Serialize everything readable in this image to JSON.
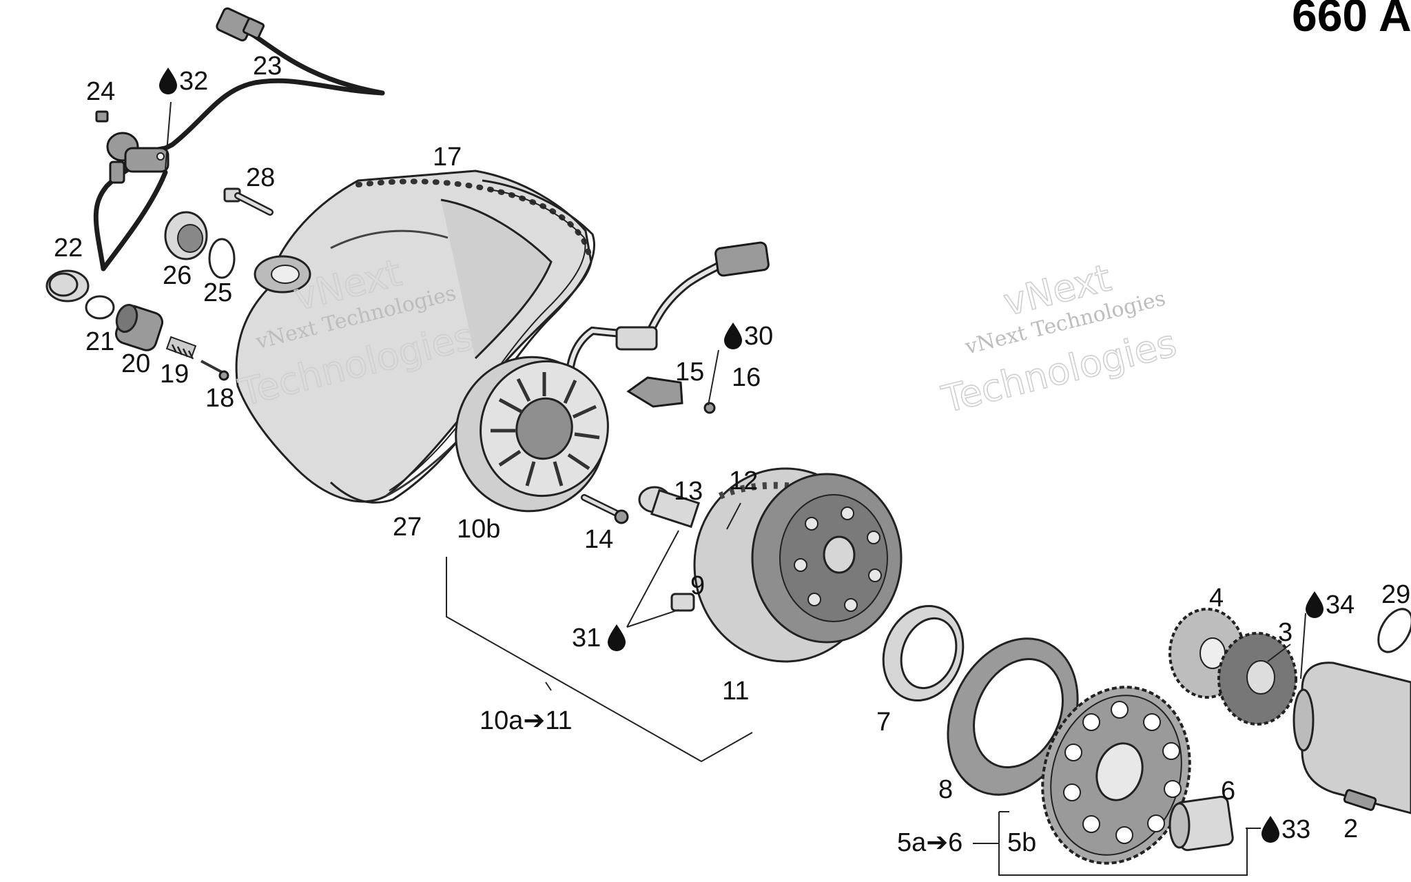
{
  "title": "660 A",
  "watermarks": [
    {
      "line1": "vNext Technologies",
      "line2": "Technologies",
      "line3": "vNext"
    },
    {
      "line1": "vNext Technologies",
      "line2": "Technologies",
      "line3": "vNext"
    }
  ],
  "labels": {
    "l2": "2",
    "l3": "3",
    "l4": "4",
    "l6": "6",
    "l7": "7",
    "l8": "8",
    "l9": "9",
    "l10b": "10b",
    "l11": "11",
    "l12": "12",
    "l13": "13",
    "l14": "14",
    "l15": "15",
    "l16": "16",
    "l17": "17",
    "l18": "18",
    "l19": "19",
    "l20": "20",
    "l21": "21",
    "l22": "22",
    "l23": "23",
    "l24": "24",
    "l25": "25",
    "l26": "26",
    "l27": "27",
    "l28": "28",
    "l29": "29",
    "l5b": "5b",
    "l30": "30",
    "l31": "31",
    "l32": "32",
    "l33": "33",
    "l34": "34",
    "l10a11": "10a➔11",
    "l5a6": "5a➔6"
  },
  "colors": {
    "line": "#222222",
    "part_light": "#d9d9d9",
    "part_dark": "#9a9a9a",
    "watermark": "#c8c8c8"
  },
  "icons": [
    "lubricant-drop-icon"
  ]
}
